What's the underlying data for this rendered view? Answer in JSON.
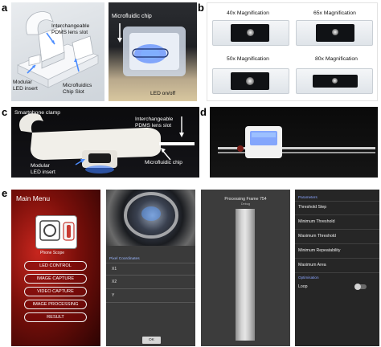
{
  "panel_letters": {
    "a": "a",
    "b": "b",
    "c": "c",
    "d": "d",
    "e": "e"
  },
  "panel_a": {
    "interchangeable_lens": "Interchangeable\nPDMS lens slot",
    "modular_led": "Modular\nLED insert",
    "chip_slot": "Microfluidics\nChip Slot",
    "microfluidic_chip": "Microfluidic chip",
    "led_onoff": "LED on/off"
  },
  "panel_b": {
    "mag_40": "40x Magnification",
    "mag_65": "65x Magnification",
    "mag_50": "50x Magnification",
    "mag_80": "80x Magnification"
  },
  "panel_c": {
    "smartphone_clamp": "Smartphone clamp",
    "interchangeable_lens": "Interchangeable\nPDMS lens slot",
    "modular_led": "Modular\nLED insert",
    "microfluidic_chip": "Microfluidic chip"
  },
  "panel_e": {
    "main_menu": {
      "title": "Main Menu",
      "logo_text": "Phone Scope",
      "buttons": [
        "LED CONTROL",
        "IMAGE CAPTURE",
        "VIDEO CAPTURE",
        "IMAGE PROCESSING",
        "RESULT"
      ]
    },
    "coordinates": {
      "header": "Pixel Coordinates",
      "rows": [
        "X1",
        "X2",
        "Y"
      ],
      "ok_label": "OK"
    },
    "processing": {
      "title": "Processing Frame 754",
      "subtitle": "Debug"
    },
    "settings": {
      "parameters_header": "Parameters",
      "parameters": [
        "Threshold Step",
        "Minimum Threshold",
        "Maximum Threshold",
        "Minimum Repeatability",
        "Maximum Area"
      ],
      "optimization_header": "Optimisation",
      "loop_label": "Loop",
      "loop_on": false
    }
  },
  "colors": {
    "led_blue": "#4c8dff",
    "menu_red": "#c7261e",
    "settings_header": "#8aa5ff"
  }
}
